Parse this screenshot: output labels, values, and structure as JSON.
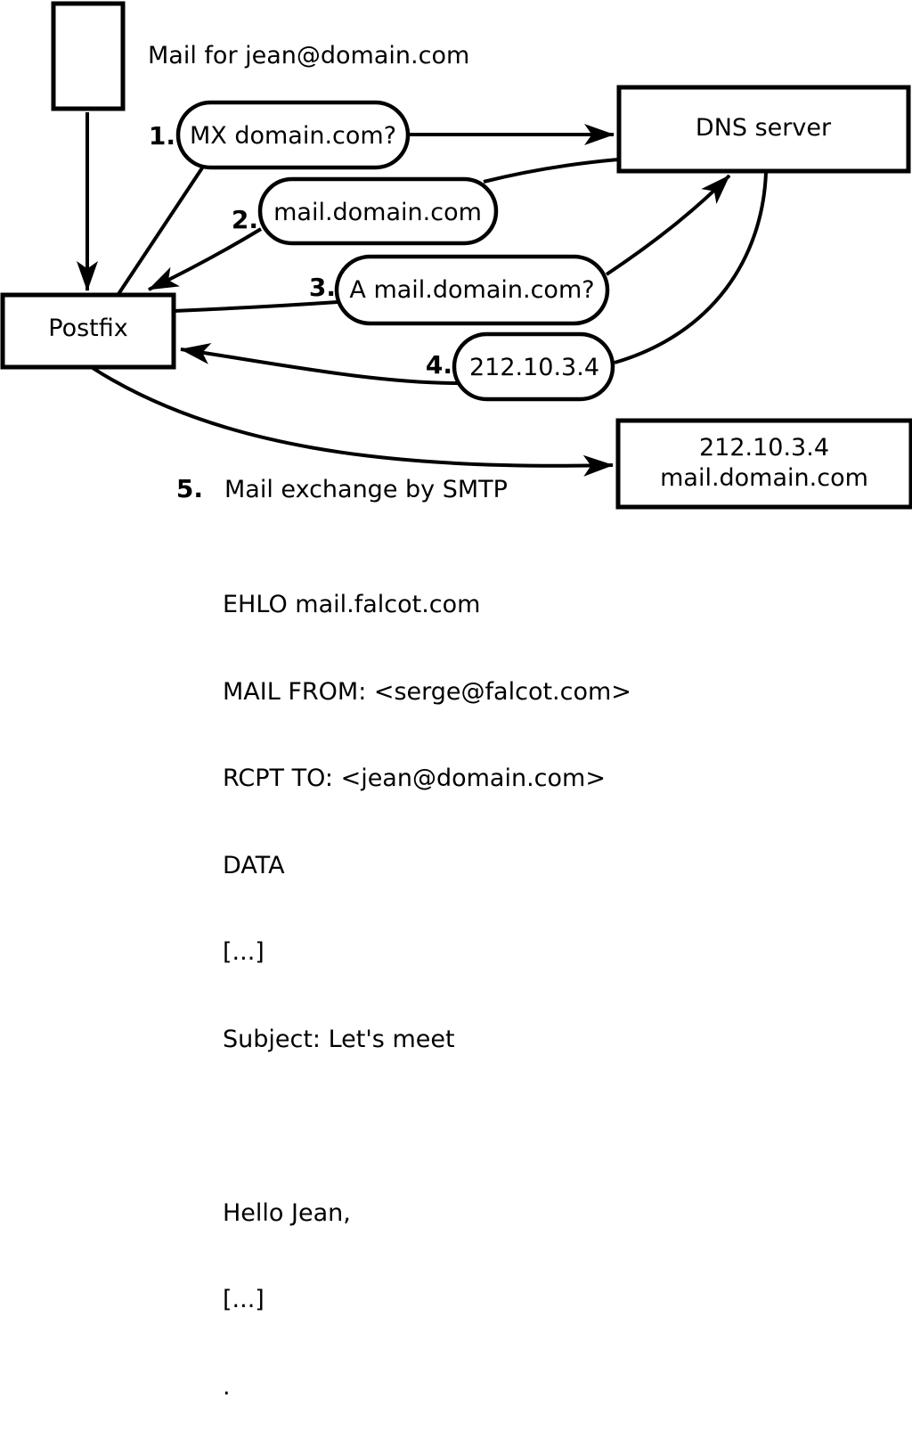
{
  "title": "Mail for jean@domain.com",
  "colors": {
    "stroke": "#000000",
    "background": "#ffffff"
  },
  "nodes": {
    "postfix": "Postfix",
    "dns_server": "DNS server",
    "mail_server": {
      "line1": "212.10.3.4",
      "line2": "mail.domain.com"
    }
  },
  "steps": [
    {
      "num": "1.",
      "label": "MX domain.com?"
    },
    {
      "num": "2.",
      "label": "mail.domain.com"
    },
    {
      "num": "3.",
      "label": "A mail.domain.com?"
    },
    {
      "num": "4.",
      "label": "212.10.3.4"
    },
    {
      "num": "5.",
      "label": "Mail exchange by SMTP"
    }
  ],
  "smtp_session": {
    "lines": [
      "EHLO mail.falcot.com",
      "MAIL FROM: <serge@falcot.com>",
      "RCPT TO: <jean@domain.com>",
      "DATA",
      "[...]",
      "Subject: Let's meet",
      "",
      "Hello Jean,",
      "[...]",
      "."
    ]
  }
}
